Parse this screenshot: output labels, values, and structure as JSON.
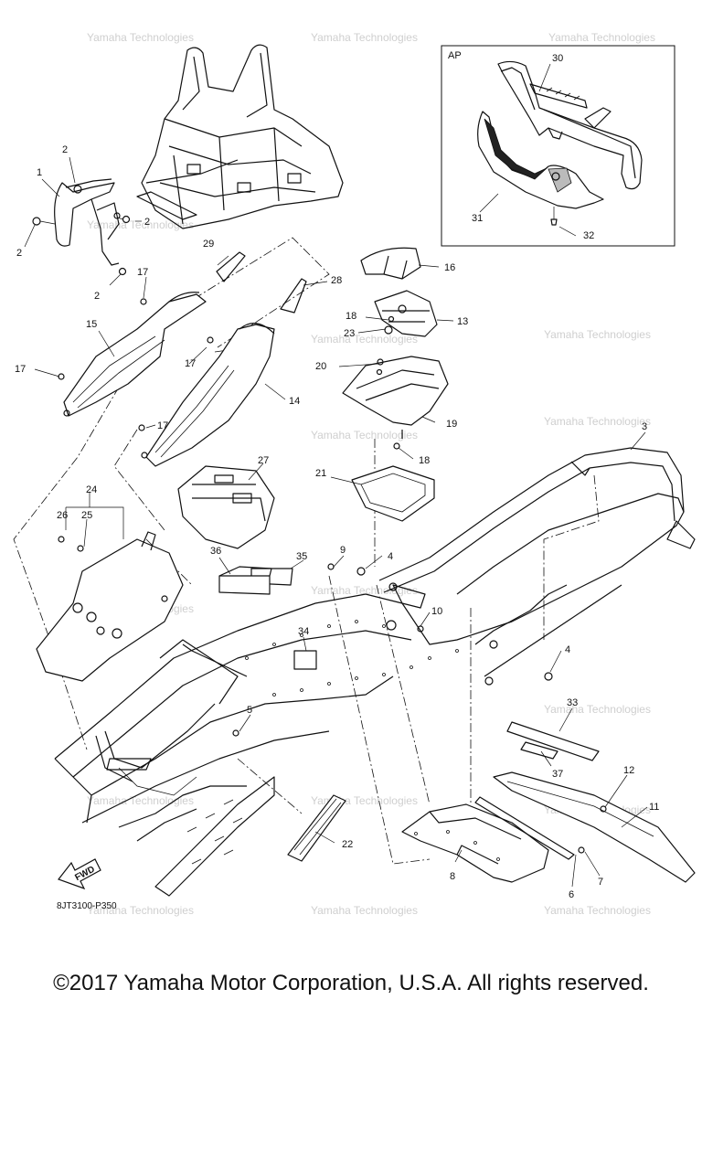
{
  "diagram": {
    "ap_label": "AP",
    "drawing_code": "8JT3100-P350",
    "fwd_label": "FWD",
    "watermark_text": "Yamaha Technologies"
  },
  "callouts": {
    "c1": "1",
    "c2": "2",
    "c3": "3",
    "c4": "4",
    "c5": "5",
    "c6": "6",
    "c7": "7",
    "c8": "8",
    "c9": "9",
    "c10": "10",
    "c11": "11",
    "c12": "12",
    "c13": "13",
    "c14": "14",
    "c15": "15",
    "c16": "16",
    "c17": "17",
    "c18": "18",
    "c19": "19",
    "c20": "20",
    "c21": "21",
    "c22": "22",
    "c23": "23",
    "c24": "24",
    "c25": "25",
    "c26": "26",
    "c27": "27",
    "c28": "28",
    "c29": "29",
    "c30": "30",
    "c31": "31",
    "c32": "32",
    "c33": "33",
    "c34": "34",
    "c35": "35",
    "c36": "36",
    "c37": "37"
  },
  "footer": {
    "copyright": "©2017 Yamaha Motor Corporation, U.S.A. All rights reserved."
  }
}
